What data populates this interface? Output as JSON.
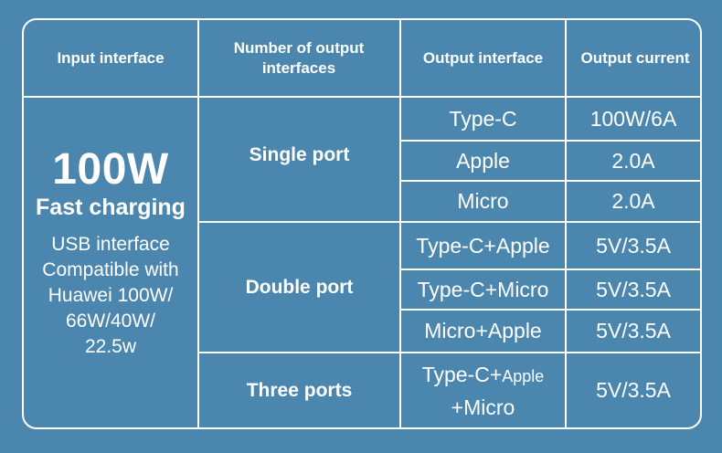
{
  "headers": {
    "input": "Input interface",
    "number": "Number of output interfaces",
    "output": "Output interface",
    "current": "Output current"
  },
  "input": {
    "power": "100W",
    "fast": "Fast charging",
    "desc_lines": [
      "USB interface",
      "Compatible with",
      "Huawei 100W/",
      "66W/40W/",
      "22.5w"
    ]
  },
  "groups": {
    "single": "Single port",
    "double": "Double port",
    "three": "Three ports"
  },
  "rows": {
    "single_typec": {
      "iface": "Type-C",
      "current": "100W/6A"
    },
    "single_apple": {
      "iface": "Apple",
      "current": "2.0A"
    },
    "single_micro": {
      "iface": "Micro",
      "current": "2.0A"
    },
    "double_c_apple": {
      "iface": "Type-C+Apple",
      "current": "5V/3.5A"
    },
    "double_c_micro": {
      "iface": "Type-C+Micro",
      "current": "5V/3.5A"
    },
    "double_micro_apple": {
      "iface": "Micro+Apple",
      "current": "5V/3.5A"
    },
    "three": {
      "iface_part1": "Type-C+",
      "iface_part2": "Apple",
      "iface_line2": "+Micro",
      "current": "5V/3.5A"
    }
  },
  "colors": {
    "background": "#4a86ae",
    "lines": "#ffffff",
    "text": "#ffffff"
  }
}
